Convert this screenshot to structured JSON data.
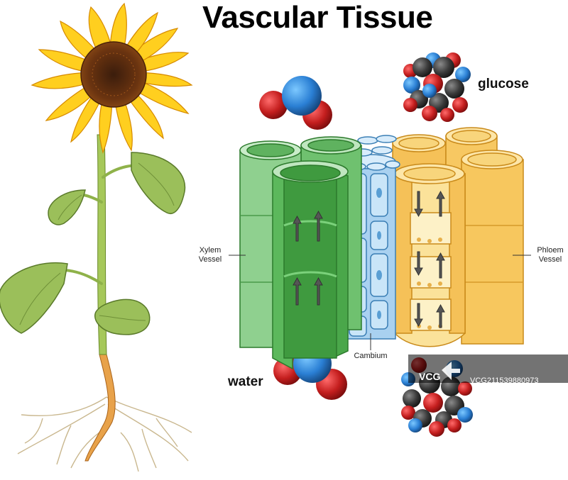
{
  "title": "Vascular Tissue",
  "labels": {
    "xylem": "Xylem\nVessel",
    "phloem": "Phloem\nVessel",
    "cambium": "Cambium",
    "water": "water",
    "glucose": "glucose"
  },
  "watermark": {
    "logo": "VCG",
    "id": "VCG211539880973"
  },
  "colors": {
    "xylem": "#5cb85c",
    "cambium": "#6fa8dc",
    "phloem": "#f6c65b",
    "oxygen": "#c41e1e",
    "hydrogen": "#2a7fd4",
    "carbon": "#3a3a3a"
  }
}
